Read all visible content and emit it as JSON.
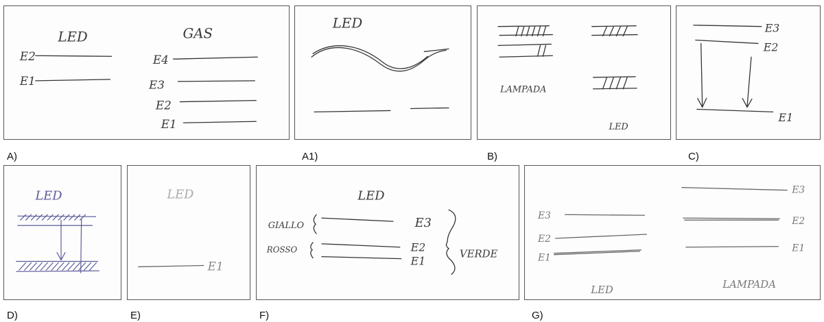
{
  "panels": {
    "A": {
      "caption": "A)",
      "left_title": "LED",
      "right_title": "GAS",
      "left_levels": [
        "E2",
        "E1"
      ],
      "right_levels": [
        "E4",
        "E3",
        "E2",
        "E1"
      ]
    },
    "A1": {
      "caption": "A1)",
      "title": "LED"
    },
    "B": {
      "caption": "B)",
      "left_label": "LAMPADA",
      "right_label": "LED"
    },
    "C": {
      "caption": "C)",
      "levels": [
        "E3",
        "E2",
        "E1"
      ]
    },
    "D": {
      "caption": "D)",
      "title": "LED"
    },
    "E": {
      "caption": "E)",
      "title": "LED",
      "level": "E1"
    },
    "F": {
      "caption": "F)",
      "title": "LED",
      "labels": [
        "GIALLO",
        "ROSSO",
        "VERDE"
      ],
      "levels": [
        "E3",
        "E2",
        "E1"
      ]
    },
    "G": {
      "caption": "G)",
      "left_levels": [
        "E3",
        "E2",
        "E1"
      ],
      "right_levels": [
        "E3",
        "E2",
        "E1"
      ],
      "left_label": "LED",
      "right_label": "LAMPADA"
    }
  }
}
